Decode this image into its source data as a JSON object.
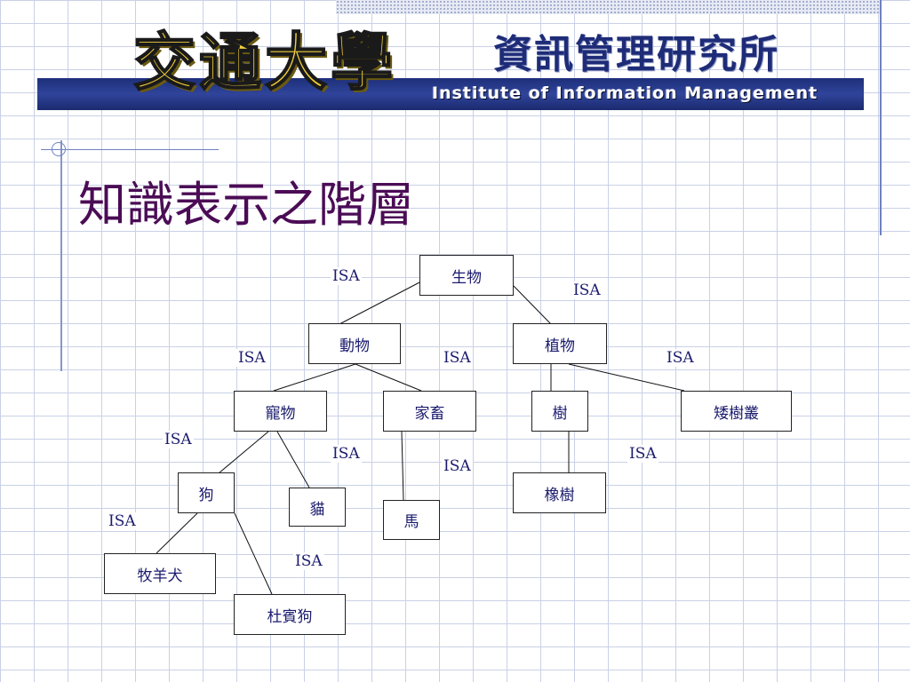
{
  "header": {
    "university_logo_text": "交通大學",
    "institute_logo_text": "資訊管理研究所",
    "institute_english": "Institute of Information Management"
  },
  "slide": {
    "title": "知識表示之階層"
  },
  "diagram": {
    "edge_label": "ISA",
    "nodes": {
      "organism": "生物",
      "animal": "動物",
      "plant": "植物",
      "pet": "寵物",
      "livestock": "家畜",
      "tree": "樹",
      "shrub": "矮樹叢",
      "dog": "狗",
      "cat": "貓",
      "horse": "馬",
      "oak": "橡樹",
      "sheepdog": "牧羊犬",
      "doberman": "杜賓狗"
    },
    "edges": [
      [
        "organism",
        "animal"
      ],
      [
        "organism",
        "plant"
      ],
      [
        "animal",
        "pet"
      ],
      [
        "animal",
        "livestock"
      ],
      [
        "plant",
        "tree"
      ],
      [
        "plant",
        "shrub"
      ],
      [
        "pet",
        "dog"
      ],
      [
        "pet",
        "cat"
      ],
      [
        "livestock",
        "horse"
      ],
      [
        "tree",
        "oak"
      ],
      [
        "dog",
        "sheepdog"
      ],
      [
        "dog",
        "doberman"
      ]
    ]
  }
}
